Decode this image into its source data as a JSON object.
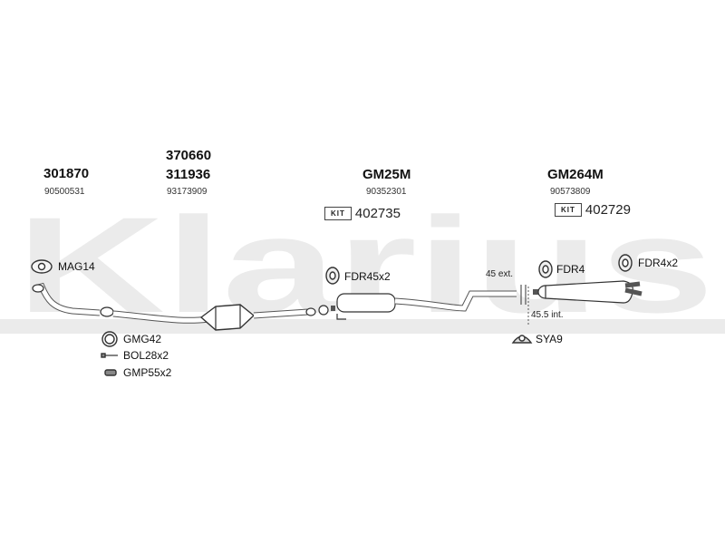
{
  "watermark": {
    "text": "Klarius"
  },
  "groups": {
    "g1": {
      "part": "301870",
      "ref": "90500531"
    },
    "g2": {
      "part_a": "370660",
      "part_b": "311936",
      "ref": "93173909"
    },
    "g3": {
      "part": "GM25M",
      "ref": "90352301",
      "kit_label": "KIT",
      "kit_number": "402735"
    },
    "g4": {
      "part": "GM264M",
      "ref": "90573809",
      "kit_label": "KIT",
      "kit_number": "402729"
    }
  },
  "fittings": {
    "mag14": "MAG14",
    "fdr45x2": "FDR45x2",
    "fdr4": "FDR4",
    "fdr4x2": "FDR4x2",
    "gmg42": "GMG42",
    "bol28x2": "BOL28x2",
    "gmp55x2": "GMP55x2",
    "sya9": "SYA9"
  },
  "dimensions": {
    "ext": "45 ext.",
    "int": "45.5 int."
  }
}
